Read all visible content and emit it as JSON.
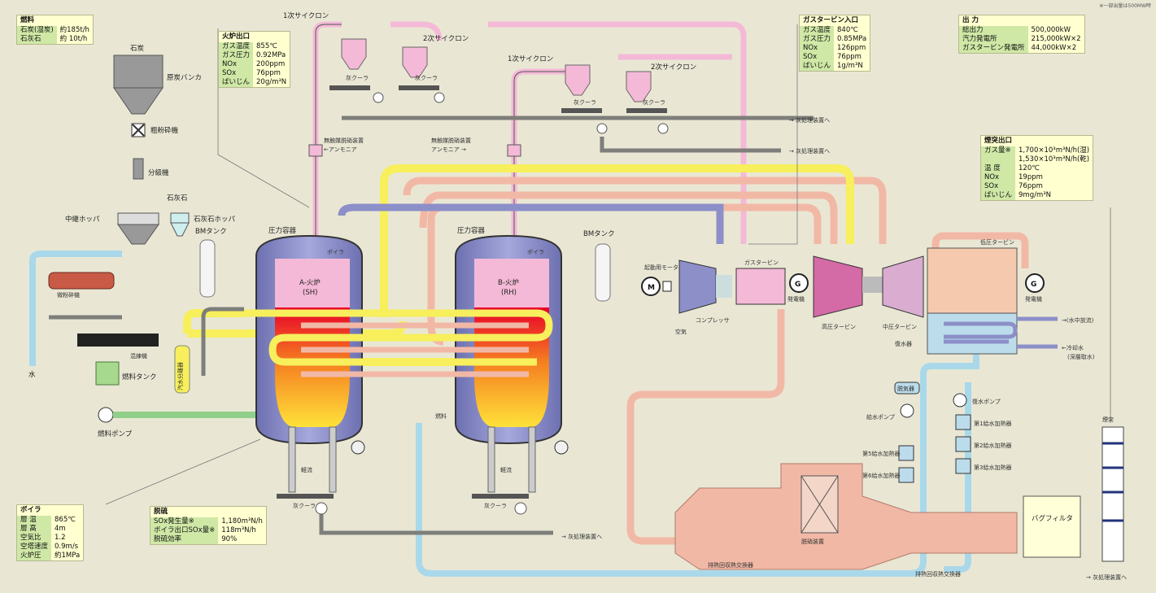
{
  "header_note": "※一部出量は500MW時",
  "fuel": {
    "title": "燃料",
    "rows": [
      [
        "石炭(湿炭)",
        "約185t/h"
      ],
      [
        "石灰石",
        "約 10t/h"
      ]
    ]
  },
  "furnace_outlet": {
    "title": "火炉出口",
    "rows": [
      [
        "ガス温度",
        "855℃"
      ],
      [
        "ガス圧力",
        "0.92MPa"
      ],
      [
        "NOx",
        "200ppm"
      ],
      [
        "SOx",
        "76ppm"
      ],
      [
        "ばいじん",
        "20g/m³N"
      ]
    ]
  },
  "gt_inlet": {
    "title": "ガスタービン入口",
    "rows": [
      [
        "ガス温度",
        "840℃"
      ],
      [
        "ガス圧力",
        "0.85MPa"
      ],
      [
        "NOx",
        "126ppm"
      ],
      [
        "SOx",
        "76ppm"
      ],
      [
        "ばいじん",
        "1g/m³N"
      ]
    ]
  },
  "output": {
    "title": "出 力",
    "rows": [
      [
        "総出力",
        "500,000kW"
      ],
      [
        "汽力発電所",
        "215,000kW×2"
      ],
      [
        "ガスタービン発電所",
        "44,000kW×2"
      ]
    ]
  },
  "stack_outlet": {
    "title": "煙突出口",
    "rows": [
      [
        "ガス量※",
        "1,700×10³m³N/h(湿)"
      ],
      [
        "",
        "1,530×10³m³N/h(乾)"
      ],
      [
        "温 度",
        "120℃"
      ],
      [
        "NOx",
        "19ppm"
      ],
      [
        "SOx",
        "76ppm"
      ],
      [
        "ばいじん",
        "9mg/m³N"
      ]
    ]
  },
  "boiler": {
    "title": "ボイラ",
    "rows": [
      [
        "層 温",
        "865℃"
      ],
      [
        "層 高",
        "4m"
      ],
      [
        "空気比",
        "1.2"
      ],
      [
        "空塔速度",
        "0.9m/s"
      ],
      [
        "火炉圧",
        "約1MPa"
      ]
    ]
  },
  "desulf": {
    "title": "脱硫",
    "rows": [
      [
        "SOx発生量※",
        "1,180m³N/h"
      ],
      [
        "ボイラ出口SOx量※",
        "118m³N/h"
      ],
      [
        "脱硫効率",
        "90%"
      ]
    ]
  },
  "labels": {
    "coal_silo": "石炭",
    "coal_bunker": "原炭バンカ",
    "crusher": "粗粉砕機",
    "classifier": "分級機",
    "inter_hopper": "中継ホッパ",
    "limestone": "石灰石",
    "limestone_hopper": "石灰石ホッパ",
    "bm_tank_a": "BMタンク",
    "bm_tank_b": "BMタンク",
    "pressure_vessel_a": "圧力容器",
    "pressure_vessel_b": "圧力容器",
    "boiler_a": "ボイラ",
    "boiler_b": "ボイラ",
    "furnace_a": "A-火炉",
    "furnace_a_sub": "(SH)",
    "furnace_b": "B-火炉",
    "furnace_b_sub": "(RH)",
    "fine_crusher": "微粉砕機",
    "mixer": "混練機",
    "water": "水",
    "fuel_tank": "燃料タンク",
    "fuel_pump": "燃料ポンプ",
    "separator": "汽水分離器",
    "fuel_in": "燃料",
    "cyclone1_a": "1次サイクロン",
    "cyclone2_a": "2次サイクロン",
    "cyclone1_b": "1次サイクロン",
    "cyclone2_b": "2次サイクロン",
    "ash_cooler": "灰クーラ",
    "ash_to": "→ 灰処理装置へ",
    "ash_to2": "→ 灰処理装置へ",
    "ash_to3": "→ 灰処理装置へ",
    "ash_to4": "→ 灰処理装置へ",
    "denox_a": "無触媒脱硝装置",
    "ammonia_a": "←アンモニア",
    "denox_b": "無触媒脱硝装置",
    "ammonia_b": "アンモニア →",
    "starter_motor": "起動用モータ",
    "compressor": "コンプレッサ",
    "gas_turbine": "ガスタービン",
    "air": "空気",
    "generator_label": "発電機",
    "hp_turbine": "高圧タービン",
    "ip_turbine": "中圧タービン",
    "lp_turbine": "低圧タービン",
    "generator2": "発電機",
    "condenser": "復水器",
    "to_water": "→(水中放流)",
    "cooling_water": "←冷却水",
    "cooling_sub": "(深層取水)",
    "deaerator": "脱気器",
    "feed_pump": "給水ポンプ",
    "cond_pump": "復水ポンプ",
    "fwh1": "第1給水加熱器",
    "fwh2": "第2給水加熱器",
    "fwh3": "第3給水加熱器",
    "fwh5": "第5給水加熱器",
    "fwh6": "第6給水加熱器",
    "denox_cat": "脱硝装置",
    "hrx1": "排熱回収熱交換器",
    "hrx2": "排熱回収熱交換器",
    "bag_filter": "バグフィルタ",
    "stack": "煙突",
    "ash_a": "軽流",
    "ash_b": "軽流",
    "motor": "M",
    "gen": "G"
  },
  "colors": {
    "steam": "#f2b8a6",
    "water": "#a9d8ea",
    "gas": "#f4b9d6",
    "yellow": "#f7ef5c",
    "ash": "#7e7e7a",
    "fuel": "#8fcf8a",
    "vessel": "#8c8fc8"
  }
}
